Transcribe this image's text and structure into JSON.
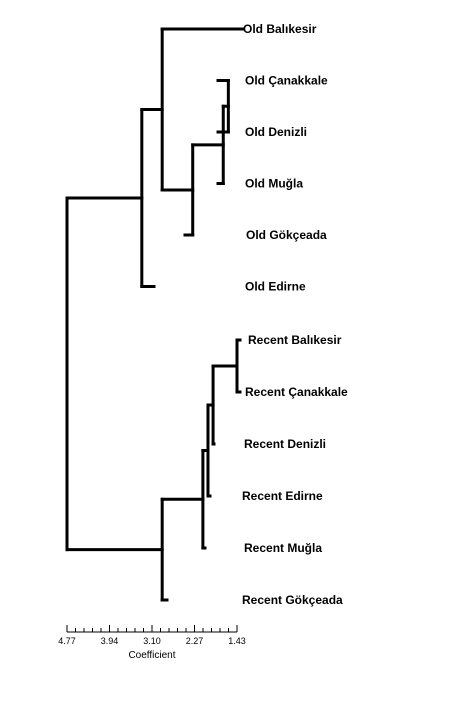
{
  "chart_data": {
    "type": "dendrogram",
    "axis": {
      "label": "Coefficient",
      "ticks": [
        "4.77",
        "3.94",
        "3.10",
        "2.27",
        "1.43"
      ],
      "range": [
        4.77,
        1.43
      ]
    },
    "leaves": [
      "Old Balıkesir",
      "Old Çanakkale",
      "Old Denizli",
      "Old Muğla",
      "Old Gökçeada",
      "Old Edirne",
      "Recent Balıkesir",
      "Recent Çanakkale",
      "Recent Denizli",
      "Recent Edirne",
      "Recent Muğla",
      "Recent Gökçeada"
    ],
    "merges": [
      {
        "a": "L1",
        "b": "L2",
        "height": 1.6
      },
      {
        "a": "N0",
        "b": "L3",
        "height": 1.7
      },
      {
        "a": "N1",
        "b": "L4",
        "height": 2.3
      },
      {
        "a": "N2",
        "b": "L0",
        "height": 2.9
      },
      {
        "a": "N3",
        "b": "L5",
        "height": 3.3
      },
      {
        "a": "L6",
        "b": "L7",
        "height": 1.43
      },
      {
        "a": "N5",
        "b": "L8",
        "height": 1.9
      },
      {
        "a": "N6",
        "b": "L9",
        "height": 2.0
      },
      {
        "a": "N7",
        "b": "L10",
        "height": 2.1
      },
      {
        "a": "N8",
        "b": "L11",
        "height": 2.9
      },
      {
        "a": "N4",
        "b": "N9",
        "height": 4.77
      }
    ]
  }
}
